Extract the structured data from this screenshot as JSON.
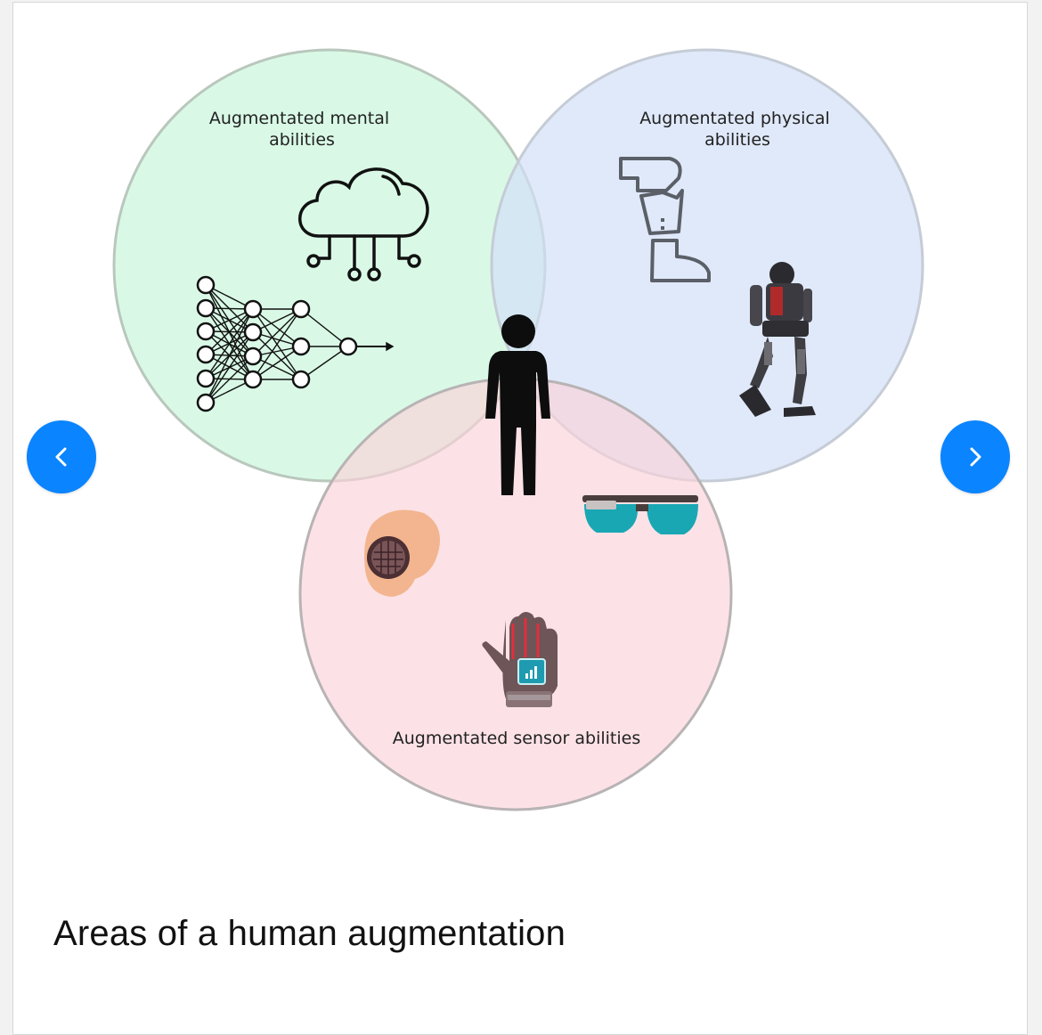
{
  "slide": {
    "circles": [
      {
        "id": "mental",
        "label_lines": [
          "Augmentated mental",
          "abilities"
        ],
        "color": "#dcfbea"
      },
      {
        "id": "physical",
        "label_lines": [
          "Augmentated physical",
          "abilities"
        ],
        "color": "#e1e9fb"
      },
      {
        "id": "sensor",
        "label_lines": [
          "Augmentated sensor abilities"
        ],
        "color": "#fde2e6"
      }
    ],
    "icons": [
      "cloud-network-icon",
      "neural-network-icon",
      "prosthetic-leg-icon",
      "exoskeleton-icon",
      "person-icon",
      "hearing-aid-icon",
      "smart-glasses-icon",
      "smart-glove-icon"
    ]
  },
  "navigation": {
    "prev_icon": "chevron-left-icon",
    "next_icon": "chevron-right-icon",
    "accent": "#0a84ff"
  },
  "caption": "Areas of a human augmentation"
}
